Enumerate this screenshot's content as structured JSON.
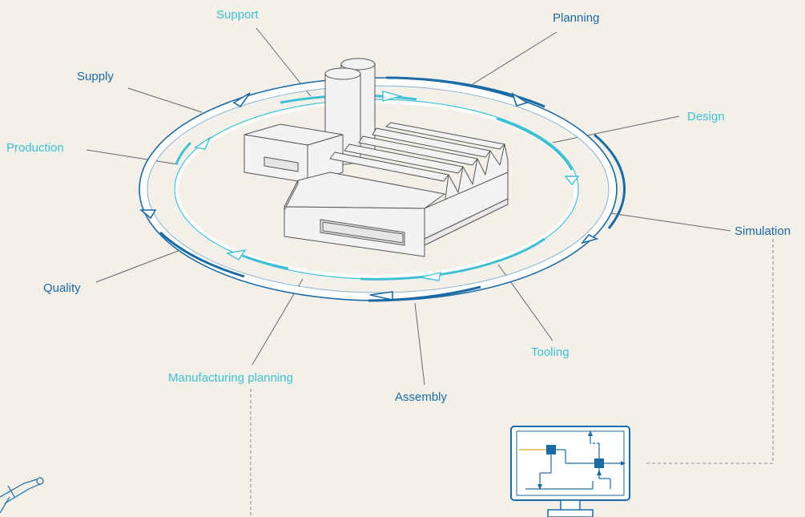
{
  "labels": {
    "support": "Support",
    "planning": "Planning",
    "supply": "Supply",
    "design": "Design",
    "production": "Production",
    "simulation": "Simulation",
    "quality": "Quality",
    "tooling": "Tooling",
    "manufacturing_planning": "Manufacturing planning",
    "assembly": "Assembly"
  },
  "colors": {
    "background": "#f3f0ea",
    "outer_ring": "#1a6aa5",
    "inner_ring": "#3ec0d2",
    "leader": "#666666",
    "building_stroke": "#555555",
    "building_fill": "#f2f2f2"
  }
}
